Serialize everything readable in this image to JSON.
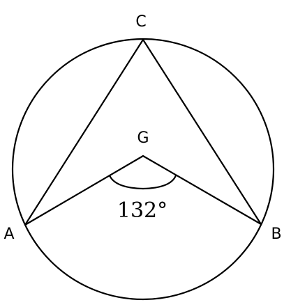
{
  "figure": {
    "labels": {
      "C": "C",
      "G": "G",
      "A": "A",
      "B": "B"
    },
    "angle_label": "132°",
    "colors": {
      "stroke": "#000000",
      "background": "#ffffff"
    }
  }
}
